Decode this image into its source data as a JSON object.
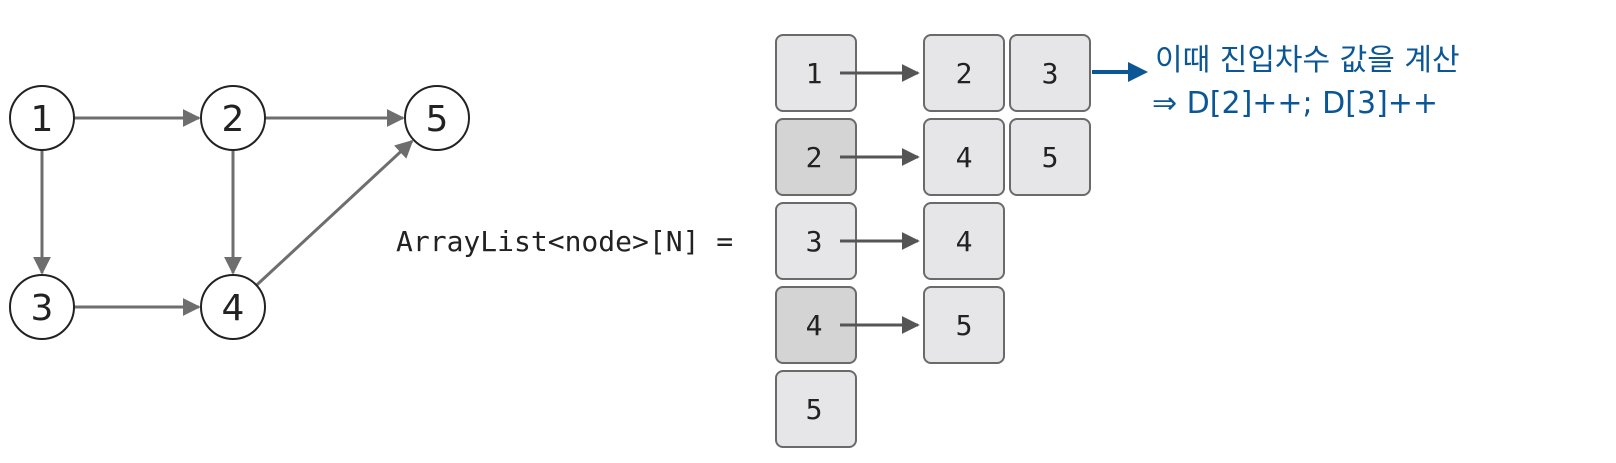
{
  "graph": {
    "nodes": [
      {
        "id": "n1",
        "label": "1"
      },
      {
        "id": "n2",
        "label": "2"
      },
      {
        "id": "n3",
        "label": "3"
      },
      {
        "id": "n4",
        "label": "4"
      },
      {
        "id": "n5",
        "label": "5"
      }
    ],
    "edges": [
      {
        "from": "n1",
        "to": "n2"
      },
      {
        "from": "n1",
        "to": "n3"
      },
      {
        "from": "n2",
        "to": "n5"
      },
      {
        "from": "n2",
        "to": "n4"
      },
      {
        "from": "n3",
        "to": "n4"
      },
      {
        "from": "n4",
        "to": "n5"
      }
    ]
  },
  "code_label": "ArrayList<node>[N] =",
  "adjacency": [
    {
      "head": "1",
      "neighbors": [
        "2",
        "3"
      ],
      "shaded": false
    },
    {
      "head": "2",
      "neighbors": [
        "4",
        "5"
      ],
      "shaded": true
    },
    {
      "head": "3",
      "neighbors": [
        "4"
      ],
      "shaded": false
    },
    {
      "head": "4",
      "neighbors": [
        "5"
      ],
      "shaded": true
    },
    {
      "head": "5",
      "neighbors": [],
      "shaded": false
    }
  ],
  "annotation": {
    "line1": "이때 진입차수 값을 계산",
    "line2": "⇒ D[2]++; D[3]++"
  },
  "colors": {
    "accent": "#0b5694",
    "edge": "#6e6e6e",
    "cell_fill": "#e6e6e8",
    "cell_shaded": "#d4d4d4"
  }
}
